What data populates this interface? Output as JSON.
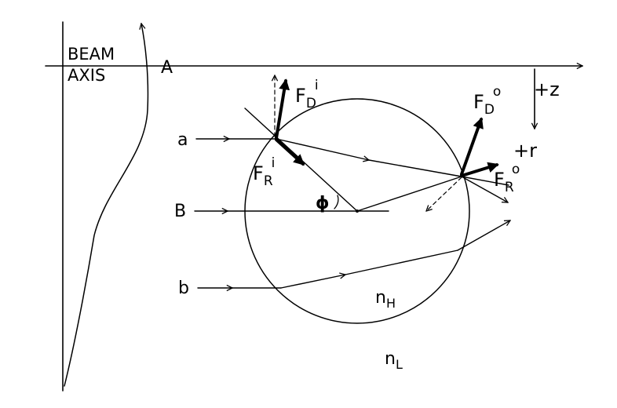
{
  "labels": {
    "beam": "BEAM",
    "axis": "AXIS",
    "point_a_upper": "A",
    "plus_z": "+z",
    "plus_r": "+r",
    "ray_a": "a",
    "ray_b_center": "B",
    "ray_b": "b",
    "phi": "ϕ",
    "n_high": "n",
    "n_high_sub": "H",
    "n_low": "n",
    "n_low_sub": "L",
    "force_letter": "F",
    "sub_D": "D",
    "sub_R": "R",
    "sup_i": "i",
    "sup_o": "o"
  }
}
